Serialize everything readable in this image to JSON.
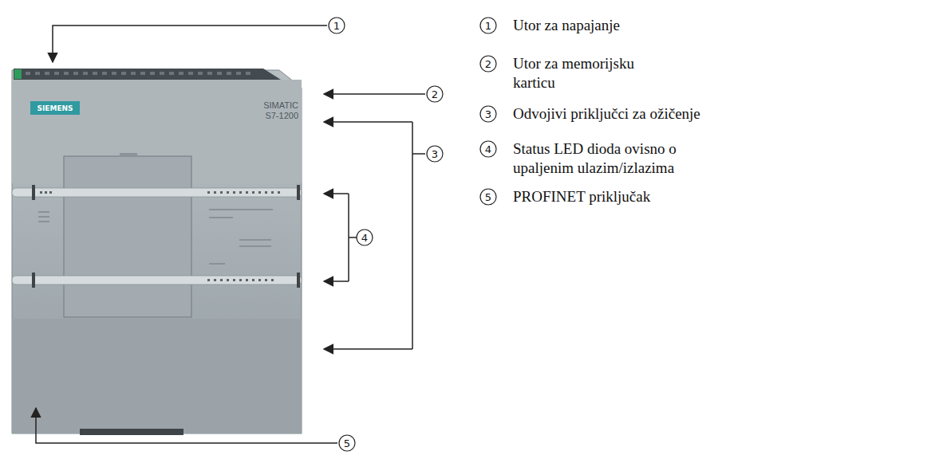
{
  "diagram": {
    "labels": [
      "1",
      "2",
      "3",
      "4",
      "5",
      "SIEMENS",
      "SIMATIC S7-1200",
      "1",
      "Utor za napajanje",
      "2",
      "Utor za memorijsku karticu",
      "3",
      "Odvojivi priključci za ožičenje",
      "4",
      "Status LED dioda ovisno o upaljenim ulazim/izlazima",
      "5",
      "PROFINET priključak"
    ]
  }
}
